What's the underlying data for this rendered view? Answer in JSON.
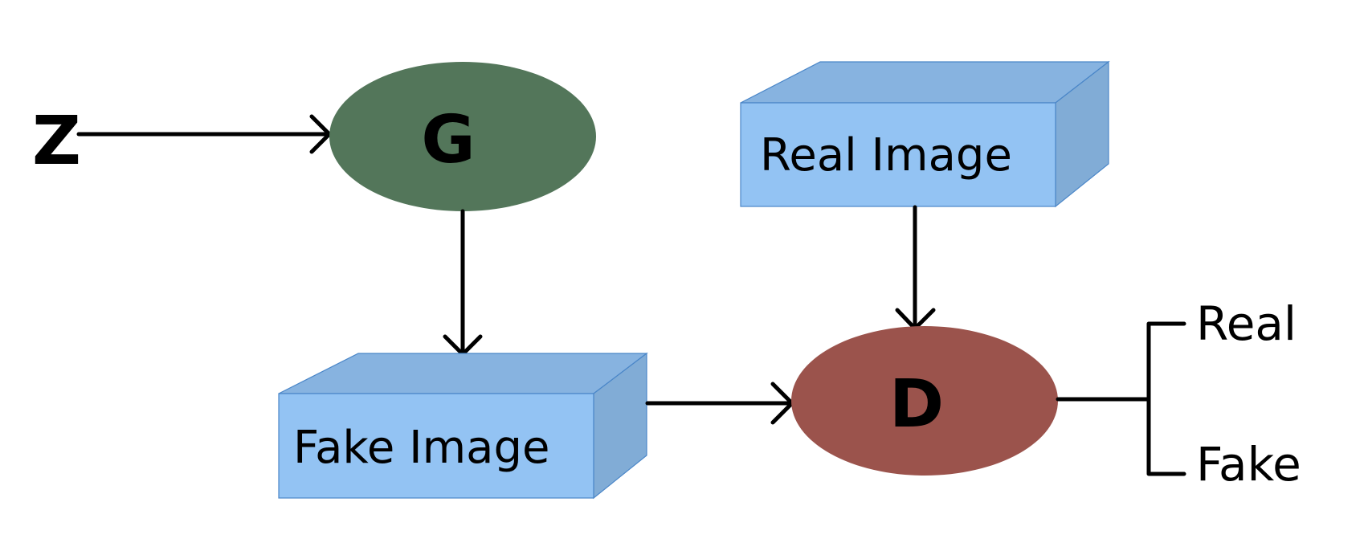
{
  "nodes": {
    "z": {
      "label": "Z"
    },
    "generator": {
      "label": "G",
      "color": "#53765a"
    },
    "real_image": {
      "label": "Real Image",
      "color": "#93c3f3"
    },
    "fake_image": {
      "label": "Fake Image",
      "color": "#93c3f3"
    },
    "discriminator": {
      "label": "D",
      "color": "#9b534c"
    }
  },
  "outputs": {
    "real": "Real",
    "fake": "Fake"
  }
}
